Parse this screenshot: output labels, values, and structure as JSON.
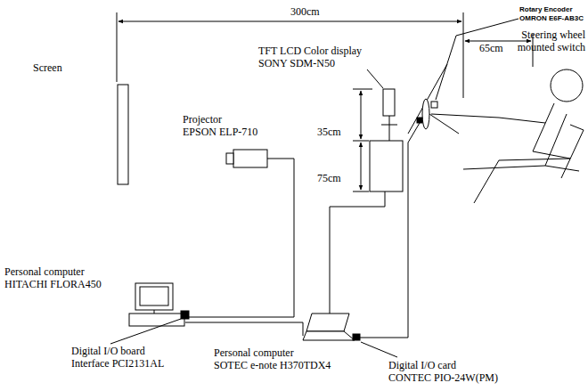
{
  "diagram": {
    "labels": [
      "300cm",
      "Screen",
      "Projector",
      "EPSON ELP-710",
      "TFT LCD Color display",
      "SONY SDM-N50",
      "Rotary Encoder",
      "OMRON E6F-AB3C",
      "65cm",
      "Steering wheel",
      "mounted switch",
      "35cm",
      "75cm",
      "Personal computer",
      "HITACHI FLORA450",
      "Digital I/O board",
      "Interface PCI2131AL",
      "Personal computer",
      "SOTEC e-note H370TDX4",
      "Digital I/O card",
      "CONTEC PIO-24W(PM)"
    ]
  }
}
